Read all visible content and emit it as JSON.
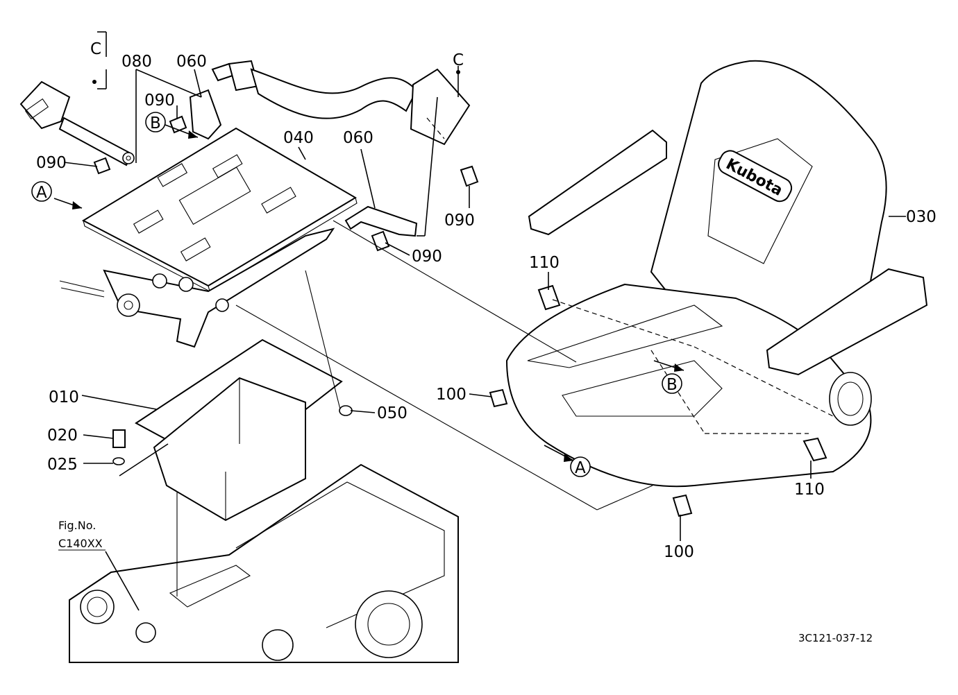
{
  "callouts": {
    "p010": "010",
    "p020": "020",
    "p025": "025",
    "p030": "030",
    "p040": "040",
    "p050": "050",
    "p060a": "060",
    "p060b": "060",
    "p080": "080",
    "p090a": "090",
    "p090b": "090",
    "p090c": "090",
    "p090d": "090",
    "p100a": "100",
    "p100b": "100",
    "p110a": "110",
    "p110b": "110"
  },
  "refs": {
    "A1": "A",
    "A2": "A",
    "B1": "B",
    "B2": "B",
    "C1": "C",
    "C2": "C"
  },
  "brand": "Kubota",
  "fig_ref": {
    "line1": "Fig.No.",
    "line2": "C140XX"
  },
  "diagram_id": "3C121-037-12"
}
